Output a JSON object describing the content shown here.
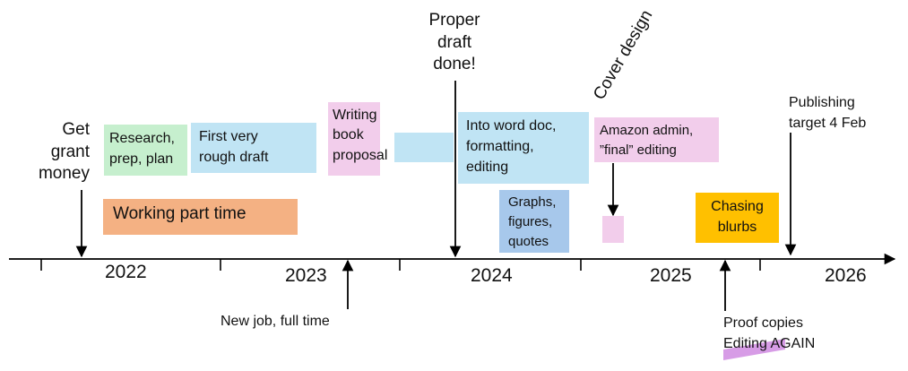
{
  "colors": {
    "green": "#C6EFCE",
    "lightblue": "#C0E4F4",
    "pink": "#F2CDEB",
    "orange": "#F4B183",
    "midblue": "#A7C8EB",
    "gold": "#FFC000",
    "magenta": "#D79CE6",
    "axis": "#000000"
  },
  "years": [
    "2022",
    "2023",
    "2024",
    "2025",
    "2026"
  ],
  "boxes": {
    "research": "Research,\nprep, plan",
    "rough_draft": "First very\nrough draft",
    "book_proposal": "Writing\nbook\nproposal",
    "word_doc": "Into word doc,\nformatting,\nediting",
    "amazon": "Amazon admin,\n”final” editing",
    "working": "Working part time",
    "graphs": "Graphs,\nfigures,\nquotes",
    "blurbs": "Chasing\nblurbs"
  },
  "events": {
    "grant": "Get\ngrant\nmoney",
    "proper_draft": "Proper\ndraft\ndone!",
    "cover": "Cover design",
    "publishing": "Publishing\ntarget 4 Feb",
    "new_job": "New job, full time",
    "proof_copies": "Proof copies",
    "editing_again": "Editing AGAIN"
  }
}
